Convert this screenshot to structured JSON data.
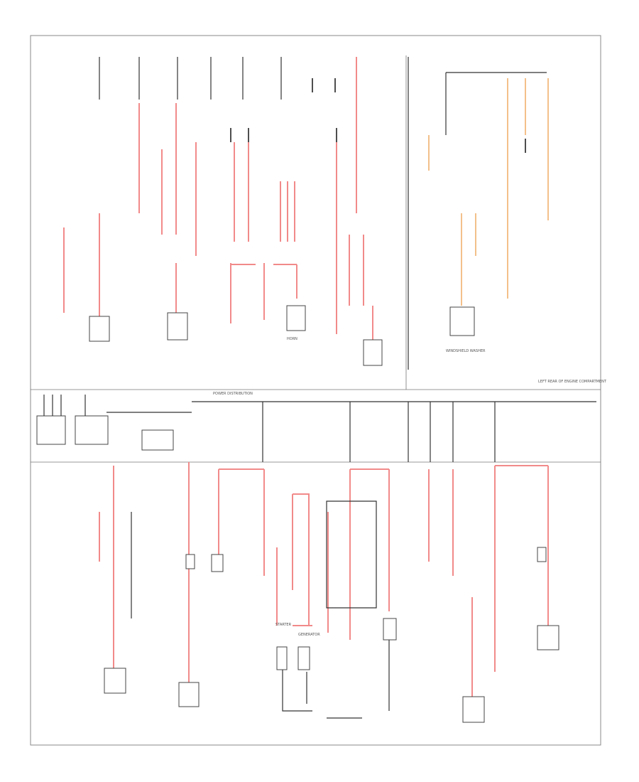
{
  "diagram": {
    "palette": {
      "power_wire": "#f28a8a",
      "ground_wire": "#333333",
      "accessory_wire": "#f3c08a",
      "border": "#888888"
    },
    "labels": [
      "LEFT REAR OF ENGINE COMPARTMENT",
      "WINDSHIELD WASHER",
      "HORN",
      "POWER DISTRIBUTION",
      "STARTER",
      "GENERATOR"
    ]
  }
}
